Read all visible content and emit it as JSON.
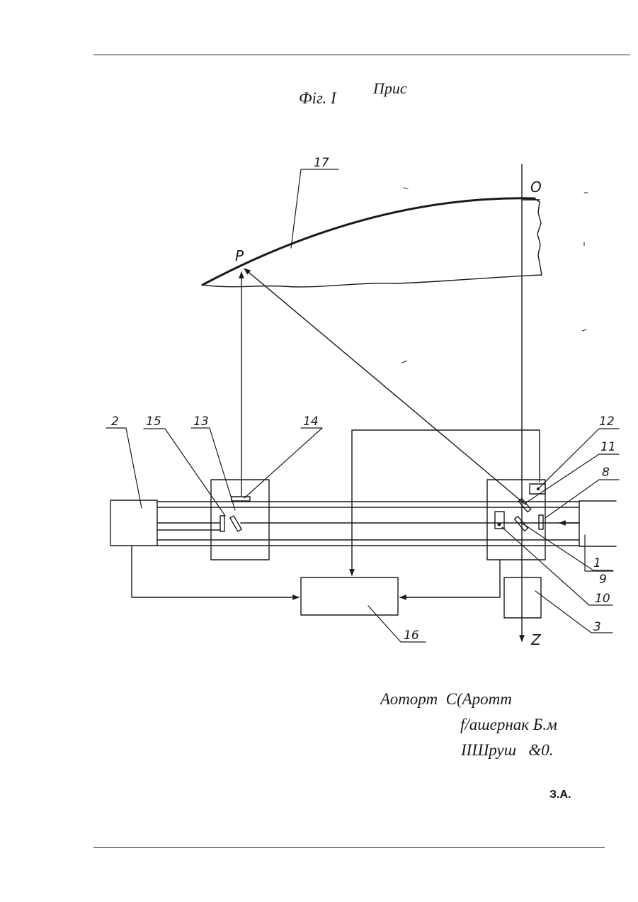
{
  "figure": {
    "caption": "Фіг. I",
    "caption_note": "Прис"
  },
  "diagram": {
    "curve_points": {
      "p": "P",
      "o": "O"
    },
    "axis_label": "Z",
    "callouts": [
      "2",
      "15",
      "13",
      "14",
      "12",
      "11",
      "8",
      "1",
      "9",
      "10",
      "3",
      "16",
      "17"
    ]
  },
  "signature": {
    "line1": "Аоторт  С(Аротт",
    "line2": "f/ашернак Б.м",
    "line3": "IIШруш   &0."
  },
  "stamp": "З.А."
}
